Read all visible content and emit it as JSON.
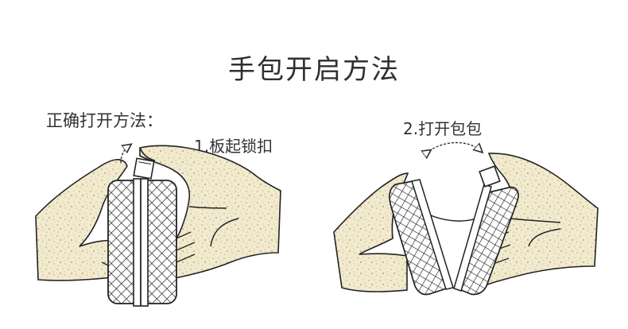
{
  "title": "手包开启方法",
  "intro_label": "正确打开方法：",
  "steps": [
    {
      "number": "1.",
      "label": "1.板起锁扣",
      "illustration": "hands-lifting-clasp"
    },
    {
      "number": "2.",
      "label": "2.打开包包",
      "illustration": "hands-opening-bag"
    }
  ],
  "colors": {
    "hand_fill": "#efe6c4",
    "speckle": "#c9b56a",
    "line": "#222222",
    "background": "#ffffff"
  }
}
